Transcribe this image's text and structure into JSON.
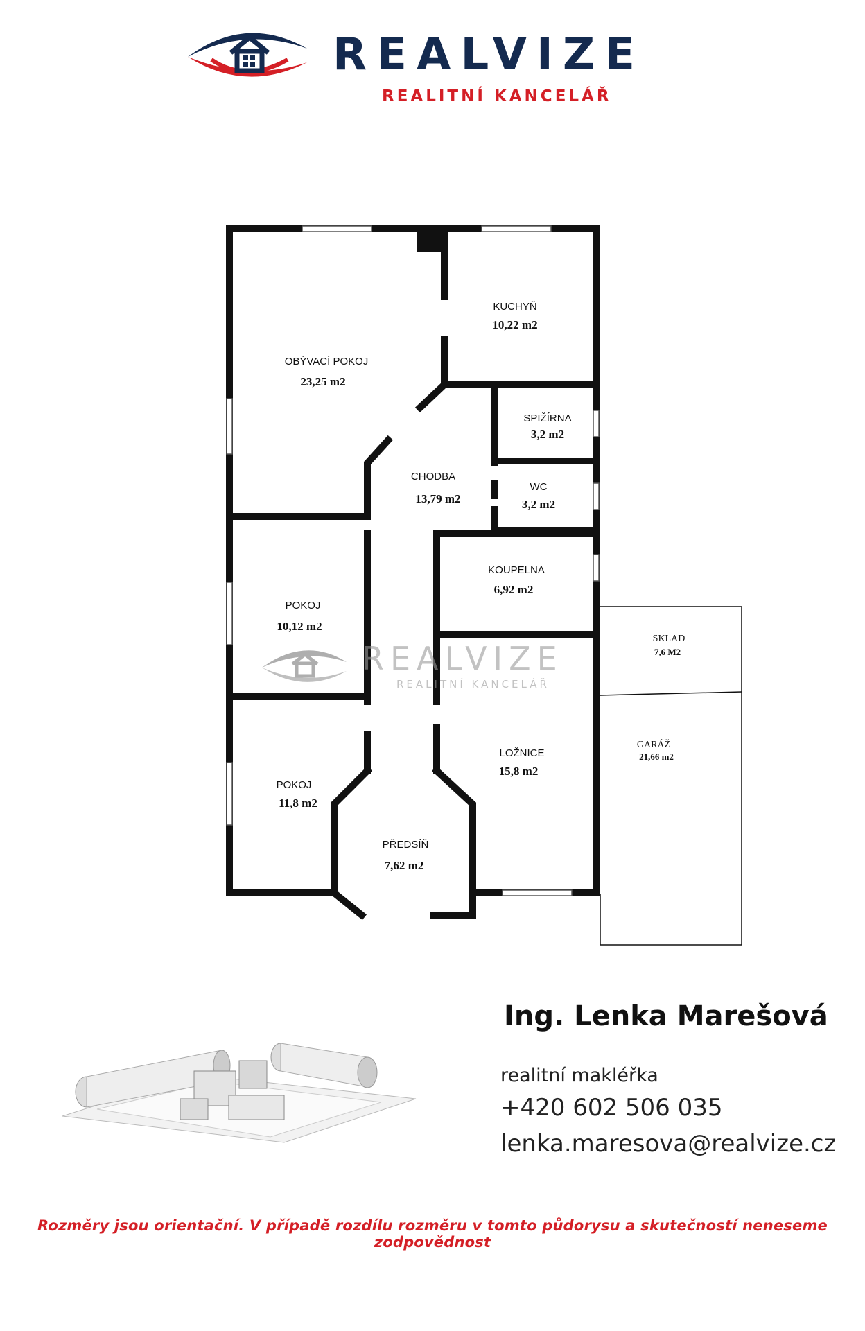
{
  "header": {
    "brand": "REALVIZE",
    "tagline": "REALITNÍ KANCELÁŘ",
    "colors": {
      "navy": "#142a4f",
      "red": "#d41f26"
    }
  },
  "rooms": {
    "obyvaci": {
      "name": "OBÝVACÍ POKOJ",
      "area": "23,25 m2"
    },
    "kuchyn": {
      "name": "KUCHYŇ",
      "area": "10,22 m2"
    },
    "spizirna": {
      "name": "SPIŽÍRNA",
      "area": "3,2 m2"
    },
    "chodba": {
      "name": "CHODBA",
      "area": "13,79 m2"
    },
    "wc": {
      "name": "WC",
      "area": "3,2 m2"
    },
    "koupelna": {
      "name": "KOUPELNA",
      "area": "6,92 m2"
    },
    "pokoj1": {
      "name": "POKOJ",
      "area": "10,12 m2"
    },
    "pokoj2": {
      "name": "POKOJ",
      "area": "11,8 m2"
    },
    "loznice": {
      "name": "LOŽNICE",
      "area": "15,8 m2"
    },
    "predsin": {
      "name": "PŘEDSÍŇ",
      "area": "7,62 m2"
    },
    "sklad": {
      "name": "SKLAD",
      "area": "7,6 M2"
    },
    "garaz": {
      "name": "GARÁŽ",
      "area": "21,66 m2"
    }
  },
  "watermark": {
    "brand": "REALVIZE",
    "tagline": "REALITNÍ KANCELÁŘ"
  },
  "contact": {
    "name": "Ing. Lenka Marešová",
    "role": "realitní makléřka",
    "phone": "+420 602 506 035",
    "email": "lenka.maresova@realvize.cz"
  },
  "disclaimer": "Rozměry jsou orientační. V případě rozdílu rozměru v tomto půdorysu a skutečností neneseme zodpovědnost"
}
